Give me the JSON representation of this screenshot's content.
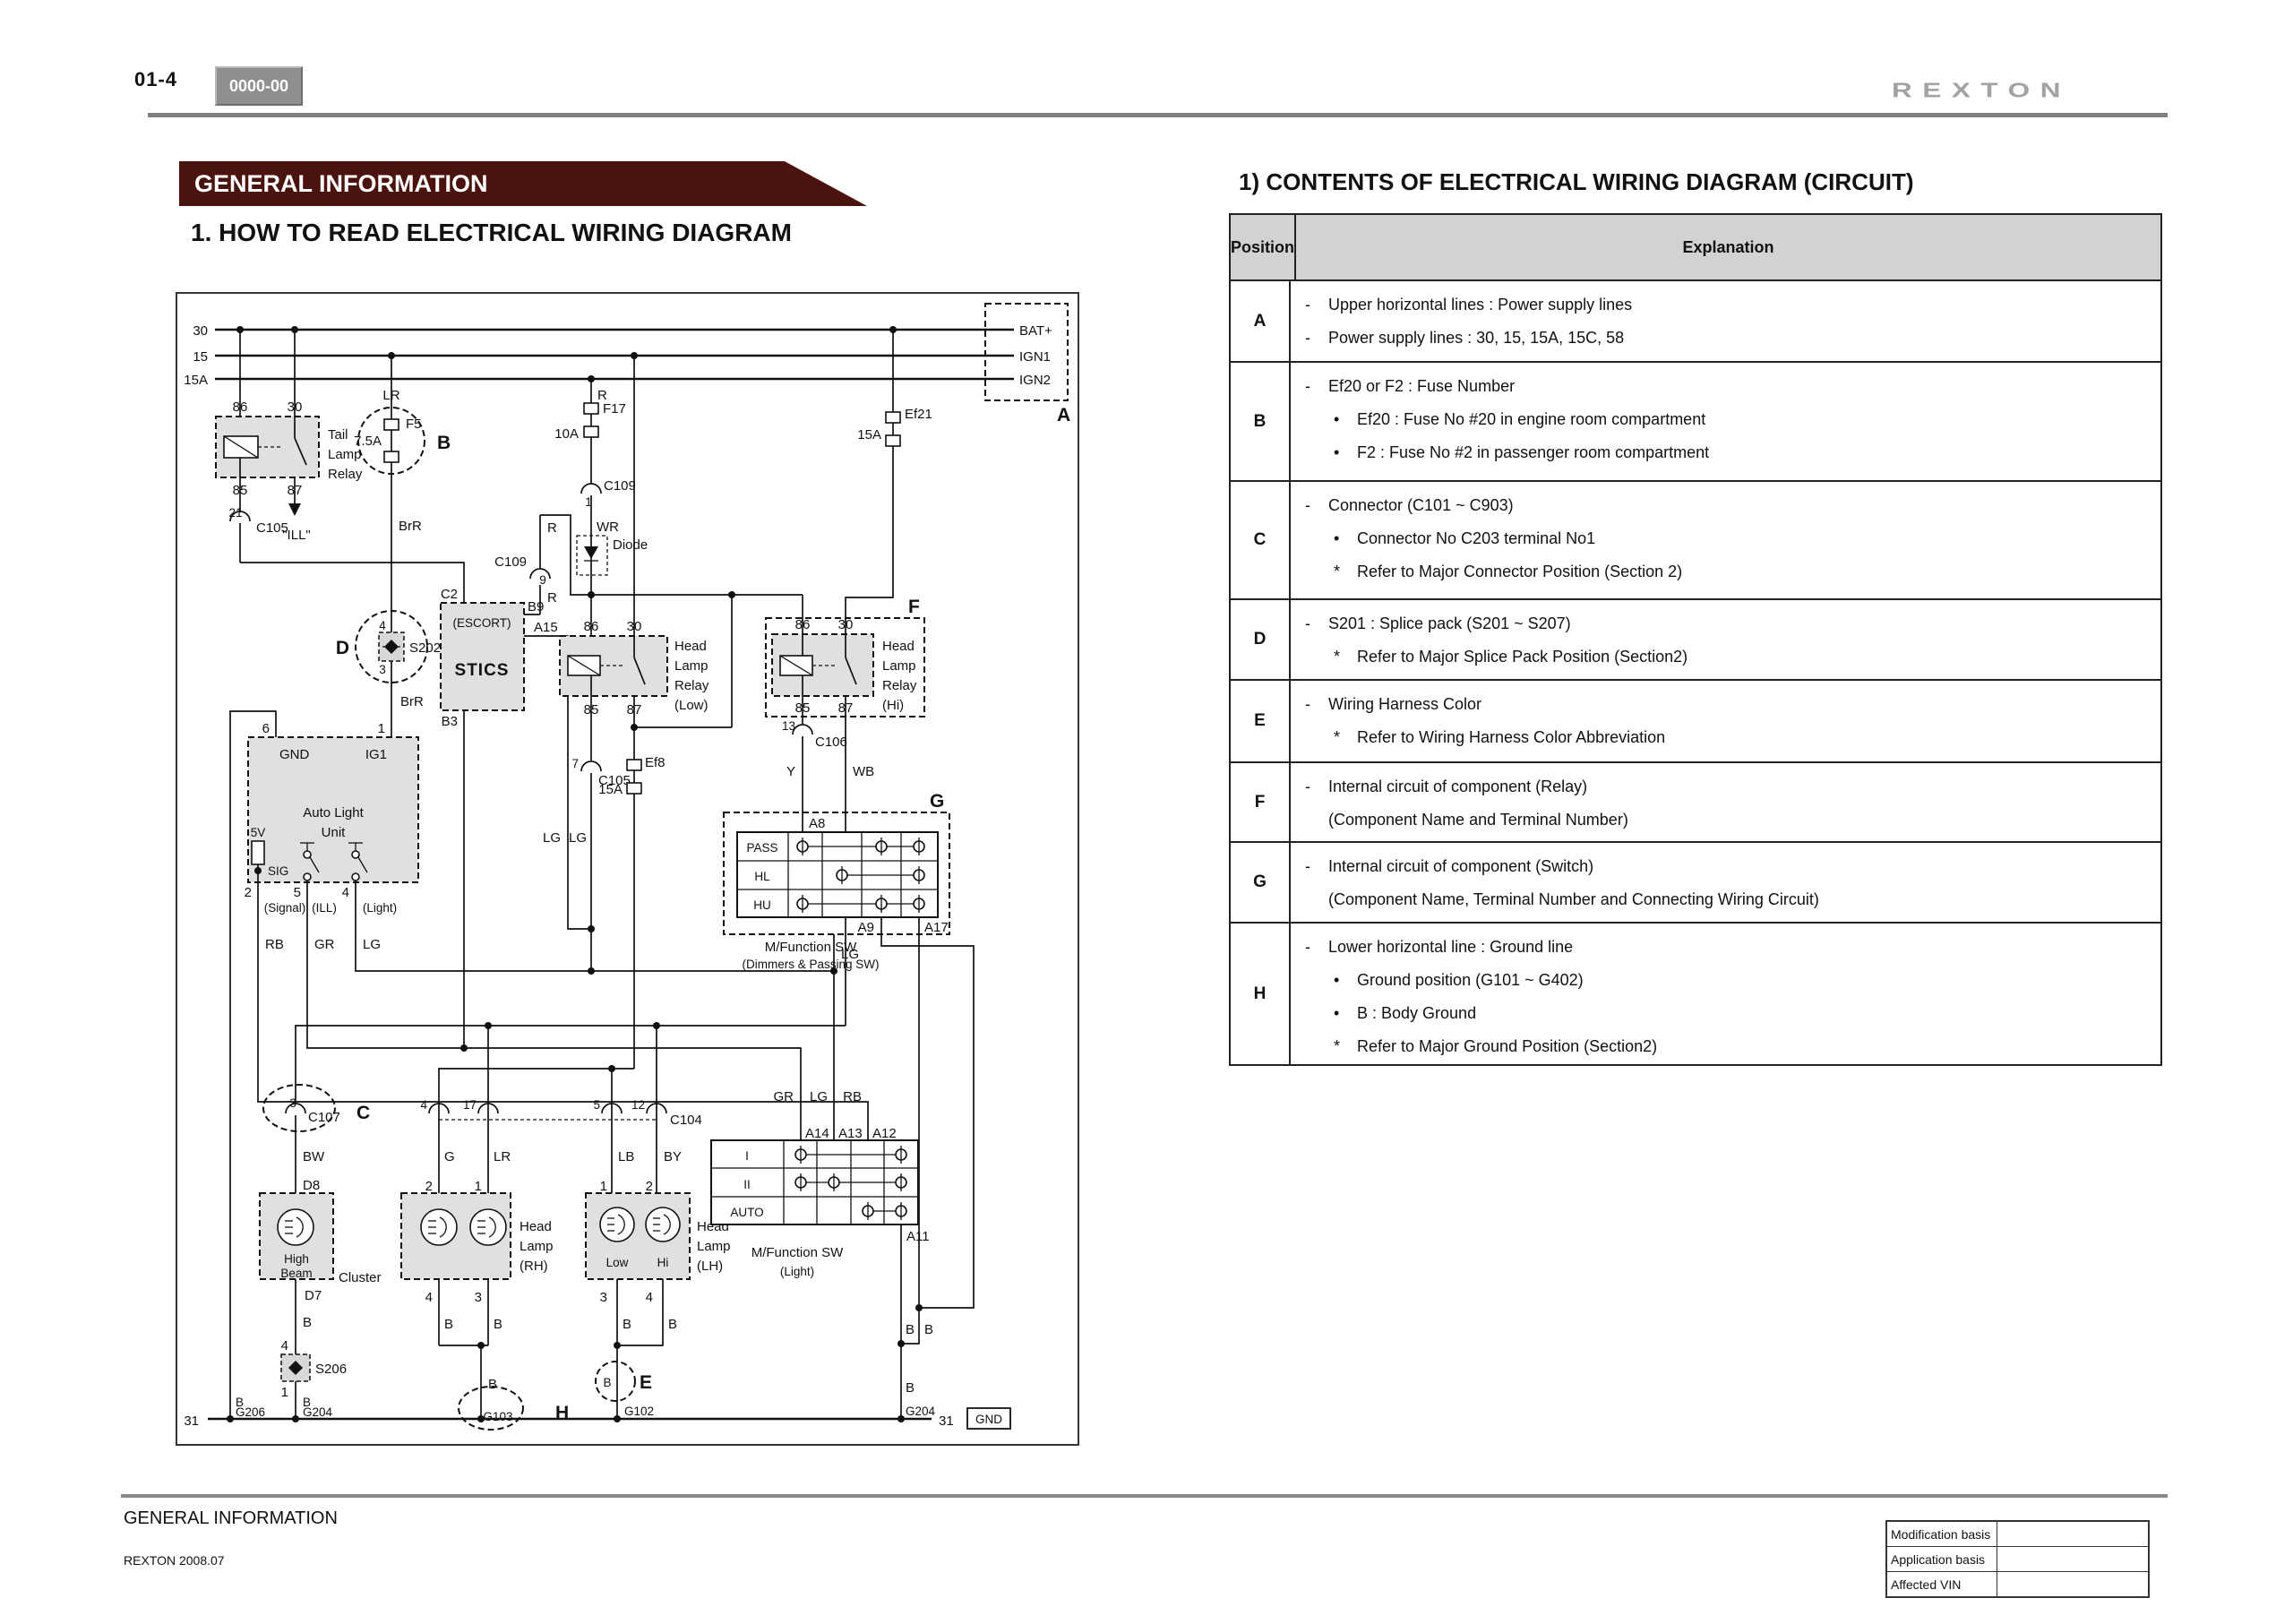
{
  "header": {
    "page": "01-4",
    "code": "0000-00",
    "logo": "REXTON"
  },
  "banner": "GENERAL INFORMATION",
  "h1": "1. HOW TO READ ELECTRICAL WIRING DIAGRAM",
  "table": {
    "title": "1) CONTENTS OF ELECTRICAL WIRING DIAGRAM (CIRCUIT)",
    "col1": "Position",
    "col2": "Explanation",
    "rows": [
      {
        "p": "A",
        "items": [
          {
            "m": "-",
            "t": "Upper horizontal lines : Power supply lines"
          },
          {
            "m": "-",
            "t": "Power supply lines : 30, 15, 15A, 15C, 58"
          }
        ]
      },
      {
        "p": "B",
        "items": [
          {
            "m": "-",
            "t": "Ef20 or F2 : Fuse Number"
          },
          {
            "m": "•",
            "t": "Ef20 : Fuse No #20 in engine room compartment"
          },
          {
            "m": "•",
            "t": "F2 : Fuse No #2 in passenger room compartment"
          }
        ]
      },
      {
        "p": "C",
        "items": [
          {
            "m": "-",
            "t": "Connector (C101 ~ C903)"
          },
          {
            "m": "•",
            "t": "Connector No C203 terminal No1"
          },
          {
            "m": "*",
            "t": "Refer to Major Connector Position (Section 2)"
          }
        ]
      },
      {
        "p": "D",
        "items": [
          {
            "m": "-",
            "t": "S201 : Splice pack (S201 ~ S207)"
          },
          {
            "m": "*",
            "t": "Refer to Major Splice Pack Position (Section2)"
          }
        ]
      },
      {
        "p": "E",
        "items": [
          {
            "m": "-",
            "t": "Wiring Harness Color"
          },
          {
            "m": "*",
            "t": "Refer to Wiring Harness Color Abbreviation"
          }
        ]
      },
      {
        "p": "F",
        "items": [
          {
            "m": "-",
            "t": "Internal circuit of component (Relay)"
          },
          {
            "m": "",
            "t": "(Component Name and Terminal Number)"
          }
        ]
      },
      {
        "p": "G",
        "items": [
          {
            "m": "-",
            "t": "Internal circuit of component (Switch)"
          },
          {
            "m": "",
            "t": "(Component Name, Terminal Number and Connecting Wiring Circuit)"
          }
        ]
      },
      {
        "p": "H",
        "items": [
          {
            "m": "-",
            "t": "Lower horizontal line : Ground line"
          },
          {
            "m": "•",
            "t": "Ground position (G101 ~ G402)"
          },
          {
            "m": "•",
            "t": "B : Body Ground"
          },
          {
            "m": "*",
            "t": "Refer to Major Ground Position (Section2)"
          }
        ]
      }
    ]
  },
  "footer": {
    "title": "GENERAL INFORMATION",
    "sub": "REXTON 2008.07",
    "t1": "Modification basis",
    "t2": "Application basis",
    "t3": "Affected VIN"
  },
  "d": {
    "p30": "30",
    "p15": "15",
    "p15a": "15A",
    "bat": "BAT+",
    "ign1": "IGN1",
    "ign2": "IGN2",
    "boxA": "A",
    "t86": "86",
    "t30": "30",
    "t85": "85",
    "t87": "87",
    "tail1": "Tail",
    "tail2": "Lamp",
    "tail3": "Relay",
    "n21": "21",
    "c105a": "C105",
    "ill": "\"ILL\"",
    "lr": "LR",
    "f5": "F5",
    "f5a": "7.5A",
    "boxB": "B",
    "brr1": "BrR",
    "brr2": "BrR",
    "r1": "R",
    "f17": "F17",
    "f17a": "10A",
    "c109a": "C109",
    "c109a1": "1",
    "wr": "WR",
    "diode": "Diode",
    "c109b": "C109",
    "c109b9": "9",
    "r2": "R",
    "r3": "R",
    "ef21": "Ef21",
    "ef21a": "15A",
    "c2": "C2",
    "escort": "(ESCORT)",
    "stics": "STICS",
    "b9": "B9",
    "a15": "A15",
    "b3": "B3",
    "dD": "D",
    "s202": "S202",
    "s202t": "4",
    "s202b": "3",
    "hl86": "86",
    "hl30": "30",
    "hl85": "85",
    "hl87": "87",
    "hlow1": "Head",
    "hlow2": "Lamp",
    "hlow3": "Relay",
    "hlow4": "(Low)",
    "hh86": "86",
    "hh30": "30",
    "hh85": "85",
    "hh87": "87",
    "hhi1": "Head",
    "hhi2": "Lamp",
    "hhi3": "Relay",
    "hhi4": "(Hi)",
    "boxF": "F",
    "n13": "13",
    "c106": "C106",
    "wy": "Y",
    "wb": "WB",
    "ef8": "Ef8",
    "ef8a": "15A",
    "n7": "7",
    "c105b": "C105",
    "lg1": "LG",
    "lg2": "LG",
    "boxG": "G",
    "a8": "A8",
    "pass": "PASS",
    "hlrow": "HL",
    "hu": "HU",
    "a9": "A9",
    "a17": "A17",
    "mfs1": "M/Function SW",
    "mfs1b": "(Dimmers & Passing SW)",
    "lgstub": "LG",
    "alu6": "6",
    "alugnd": "GND",
    "alu1": "1",
    "aluig1": "IG1",
    "alun1": "Auto Light",
    "alun2": "Unit",
    "v5": "5V",
    "sig": "SIG",
    "alup2": "2",
    "alup5": "5",
    "alup4": "4",
    "sigw": "(Signal)",
    "illw": "(ILL)",
    "lightw": "(Light)",
    "rb1": "RB",
    "gr1": "GR",
    "lg3": "LG",
    "n3": "3",
    "c107": "C107",
    "boxC": "C",
    "bw": "BW",
    "d8": "D8",
    "d7": "D7",
    "n4": "4",
    "n17": "17",
    "n5": "5",
    "n12": "12",
    "c104": "C104",
    "wg": "G",
    "lr2": "LR",
    "lb": "LB",
    "by": "BY",
    "rhp2": "2",
    "rhp1": "1",
    "lhp1": "1",
    "lhp2": "2",
    "rhp4": "4",
    "rhp3": "3",
    "lhp3": "3",
    "lhp4": "4",
    "high1": "High",
    "high2": "Beam",
    "cluster": "Cluster",
    "rh1": "Head",
    "rh2": "Lamp",
    "rh3": "(RH)",
    "lh1": "Head",
    "lh2": "Lamp",
    "lh3": "(LH)",
    "low": "Low",
    "hi": "Hi",
    "bl1": "B",
    "bc1": "B",
    "s206t": "4",
    "s206": "S206",
    "s206b": "1",
    "bc2": "B",
    "g206": "G206",
    "g204a": "G204",
    "n31l": "31",
    "brh1": "B",
    "brh2": "B",
    "brh3": "B",
    "g103": "G103",
    "boxH": "H",
    "blh1": "B",
    "blh2": "B",
    "be": "B",
    "boxE": "E",
    "g102": "G102",
    "gr2": "GR",
    "lg4": "LG",
    "rb2": "RB",
    "a14": "A14",
    "a13": "A13",
    "a12": "A12",
    "ti": "I",
    "tii": "II",
    "tauto": "AUTO",
    "a11": "A11",
    "mfs2": "M/Function SW",
    "mfs2b": "(Light)",
    "br1": "B",
    "br2": "B",
    "br3": "B",
    "g204b": "G204",
    "n31r": "31",
    "gndbox": "GND"
  }
}
